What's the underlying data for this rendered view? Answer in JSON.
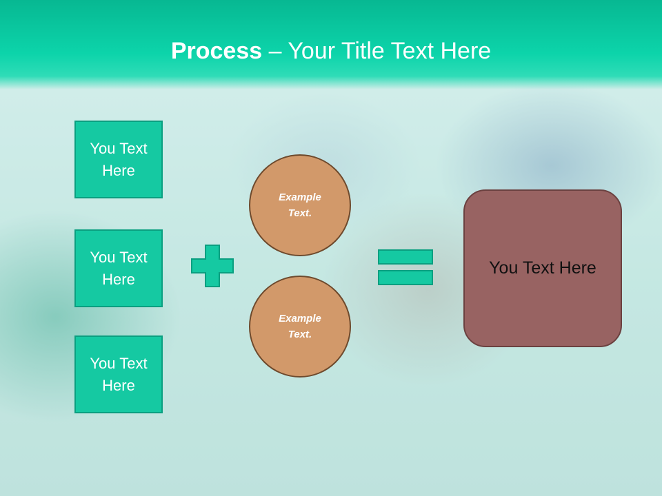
{
  "slide": {
    "title_bold": "Process",
    "title_rest": " – Your Title Text Here",
    "left_boxes": [
      {
        "line1": "You Text",
        "line2": "Here"
      },
      {
        "line1": "You Text",
        "line2": "Here"
      },
      {
        "line1": "You Text",
        "line2": "Here"
      }
    ],
    "circles": [
      {
        "line1": "Example",
        "line2": "Text."
      },
      {
        "line1": "Example",
        "line2": "Text."
      }
    ],
    "result_text": "You Text Here"
  },
  "icons": {
    "plus": "plus-icon",
    "equals": "equals-icon"
  },
  "colors": {
    "header": "#0cd4aa",
    "box": "#15c9a2",
    "circle": "#d2996a",
    "result": "#986362"
  }
}
